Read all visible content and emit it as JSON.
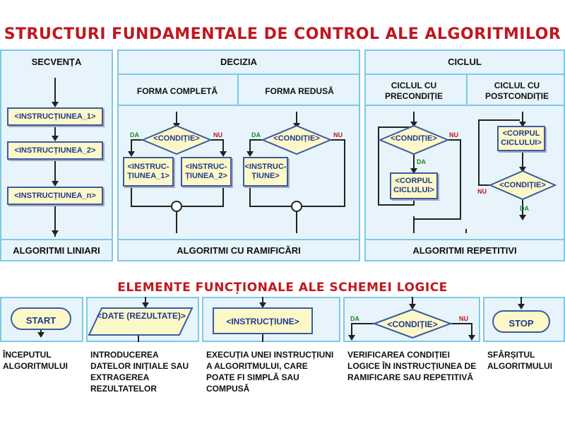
{
  "title": "STRUCTURI FUNDAMENTALE DE CONTROL ALE ALGORITMILOR",
  "subtitle": "ELEMENTE FUNCȚIONALE ALE SCHEMEI LOGICE",
  "sections": {
    "secventa": {
      "header": "SECVENȚA",
      "instructions": [
        "<INSTRUCȚIUNEA_1>",
        "<INSTRUCȚIUNEA_2>",
        "<INSTRUCȚIUNEA_n>"
      ],
      "footer": "ALGORITMI LINIARI"
    },
    "decizia": {
      "header": "DECIZIA",
      "forma_completa": {
        "label": "FORMA COMPLETĂ",
        "condition": "<CONDIȚIE>",
        "da": "DA",
        "nu": "NU",
        "box_da": "<INSTRUC-ȚIUNEA_1>",
        "box_nu": "<INSTRUC-ȚIUNEA_2>"
      },
      "forma_redusa": {
        "label": "FORMA REDUSĂ",
        "condition": "<CONDIȚIE>",
        "da": "DA",
        "nu": "NU",
        "box_da": "<INSTRUC-ȚIUNE>"
      },
      "footer": "ALGORITMI CU RAMIFICĂRI"
    },
    "ciclul": {
      "header": "CICLUL",
      "precond": {
        "label": "CICLUL CU PRECONDIȚIE",
        "condition": "<CONDIȚIE>",
        "nu": "NU",
        "da": "DA",
        "body": "<CORPUL CICLULUI>"
      },
      "postcond": {
        "label": "CICLUL CU POSTCONDIȚIE",
        "body": "<CORPUL CICLULUI>",
        "condition": "<CONDIȚIE>",
        "nu": "NU",
        "da": "DA"
      },
      "footer": "ALGORITMI REPETITIVI"
    }
  },
  "elements": [
    {
      "shape": "START",
      "description": "ÎNCEPUTUL ALGORITMULUI"
    },
    {
      "shape": "<DATE (REZULTATE)>",
      "description": "INTRODUCEREA DATELOR INIȚIALE SAU EXTRAGEREA REZULTATELOR"
    },
    {
      "shape": "<INSTRUCȚIUNE>",
      "description": "EXECUȚIA UNEI INSTRUCȚIUNI A ALGORITMULUI, CARE POATE FI SIMPLĂ SAU COMPUSĂ"
    },
    {
      "shape": "<CONDIȚIE>",
      "da": "DA",
      "nu": "NU",
      "description": "VERIFICAREA CONDIȚIEI LOGICE ÎN INSTRUCȚIUNEA DE RAMIFICARE SAU REPETITIVĂ"
    },
    {
      "shape": "STOP",
      "description": "SFÂRȘITUL ALGORITMULUI"
    }
  ],
  "colors": {
    "title": "#c0171f",
    "panel": "#e7f4fb",
    "border": "#7ec8e8",
    "box": "#fdf8c8",
    "box_text": "#1f3a8c",
    "da": "#1d8a2a",
    "nu": "#c0171f"
  }
}
